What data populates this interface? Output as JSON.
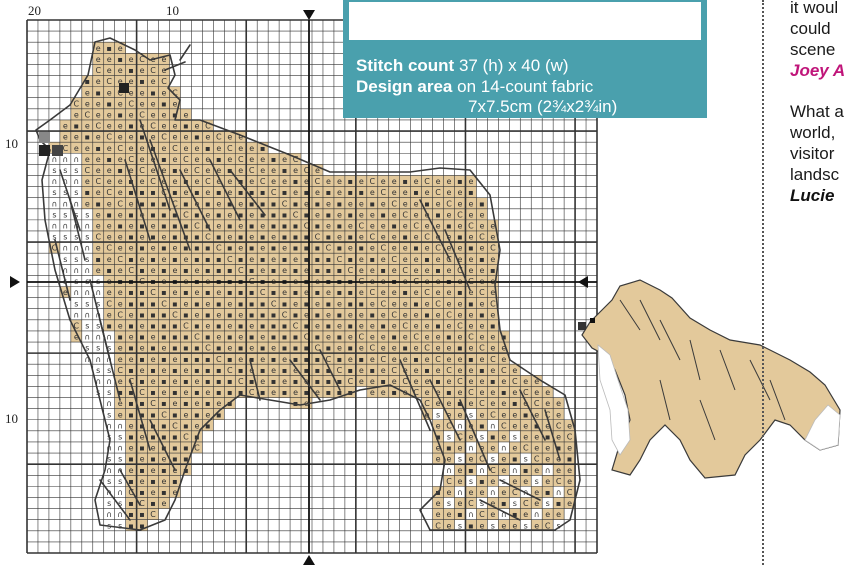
{
  "chart": {
    "axis_top_left": "20",
    "axis_top_mid": "10",
    "axis_left_upper": "10",
    "axis_left_lower": "10"
  },
  "info": {
    "stitch_label": "Stitch count",
    "stitch_value": "37 (h) x 40 (w)",
    "design_label": "Design area",
    "design_value_1": "on 14-count fabric",
    "design_value_2": "7x7.5cm (2¾x2¾in)"
  },
  "sidebar": {
    "line1": "it woul",
    "line2": "could",
    "line3": "scene",
    "credit1": "Joey A",
    "line4": "What a",
    "line5": "world,",
    "line6": "visitor",
    "line7": "landsc",
    "credit2": "Lucie"
  },
  "colors": {
    "fabric_tan": "#e3c99b",
    "accent_teal": "#4aa0ad",
    "credit_magenta": "#c0157a",
    "grid_line": "#333333"
  },
  "symbols": {
    "tan_symbols": [
      "e",
      "C",
      "▪"
    ],
    "white_symbols": [
      "∩",
      "s"
    ]
  }
}
